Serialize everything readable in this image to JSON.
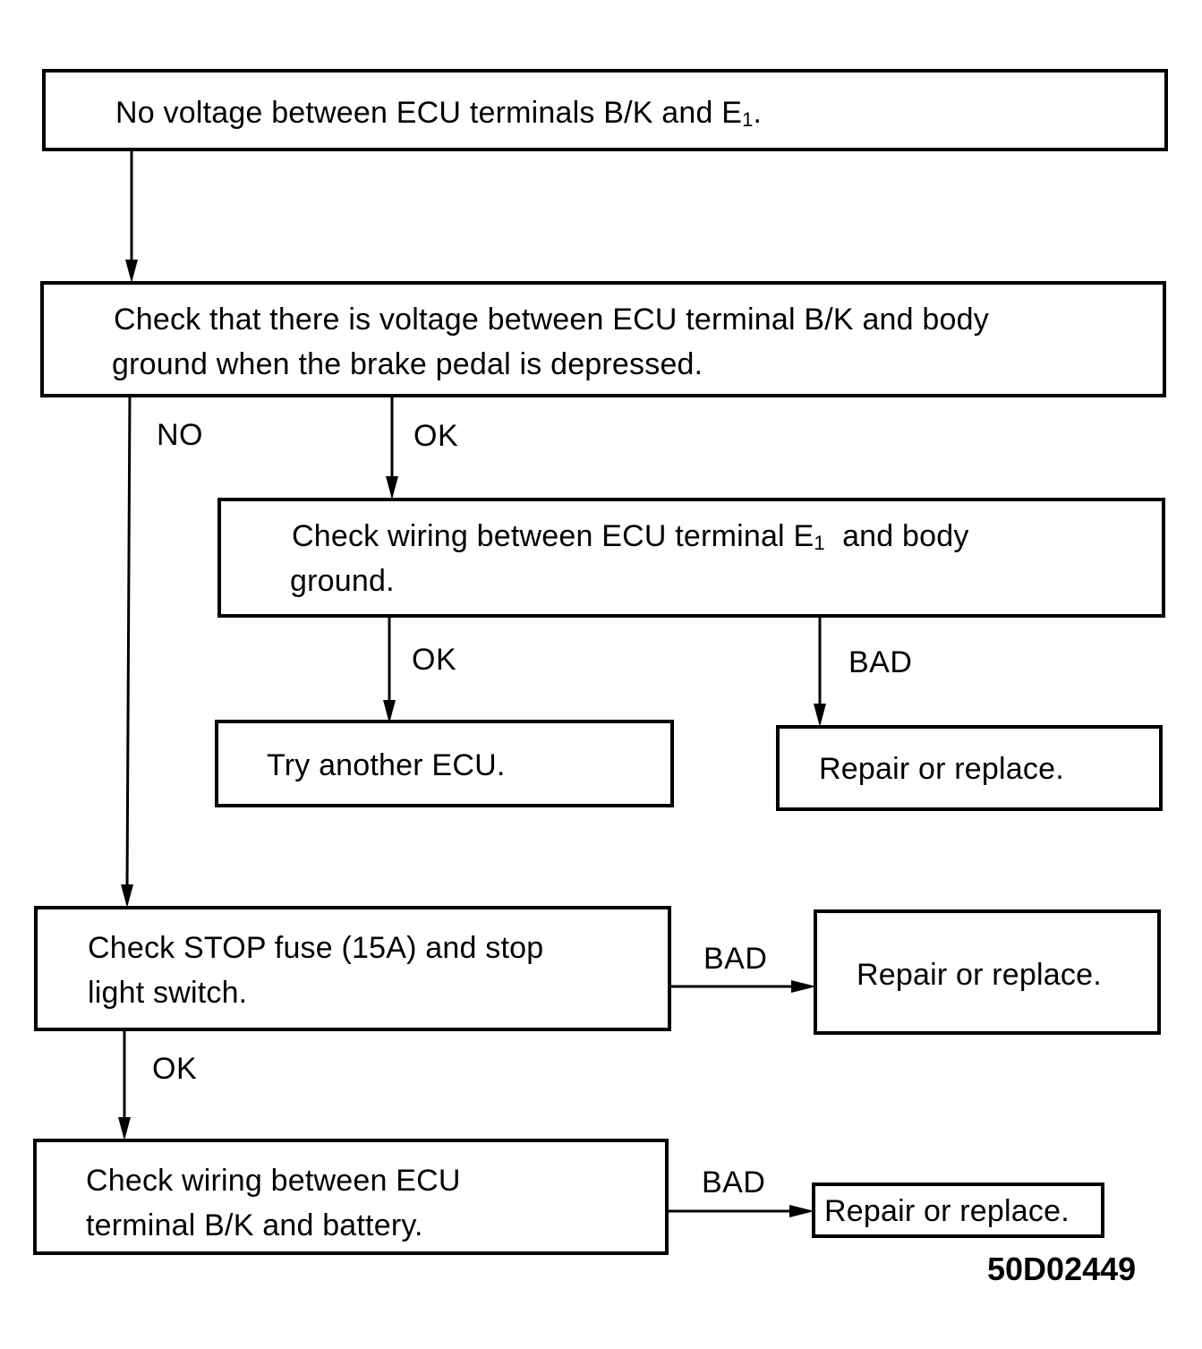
{
  "flowchart": {
    "start": {
      "text": "No voltage between ECU terminals B/K and E",
      "subscript": "1",
      "suffix": "."
    },
    "check_bk_voltage": {
      "line1": "Check that there is voltage between ECU terminal B/K and body",
      "line2": "ground when the brake pedal is depressed."
    },
    "check_e1_wiring": {
      "line1_prefix": "Check wiring between ECU terminal E",
      "line1_subscript": "1",
      "line1_suffix": "  and body",
      "line2": "ground."
    },
    "try_another_ecu": {
      "text": "Try another ECU."
    },
    "repair_1": {
      "text": "Repair or replace."
    },
    "check_stop_fuse": {
      "line1": "Check STOP fuse (15A) and stop",
      "line2": "light switch."
    },
    "repair_2": {
      "text": "Repair or replace."
    },
    "check_bk_battery": {
      "line1": "Check wiring between ECU",
      "line2": "terminal B/K and battery."
    },
    "repair_3": {
      "text": "Repair or replace."
    },
    "edge_labels": {
      "no": "NO",
      "ok_1": "OK",
      "ok_2": "OK",
      "bad_1": "BAD",
      "bad_2": "BAD",
      "ok_3": "OK",
      "bad_3": "BAD"
    }
  },
  "figure_code": "50D02449"
}
